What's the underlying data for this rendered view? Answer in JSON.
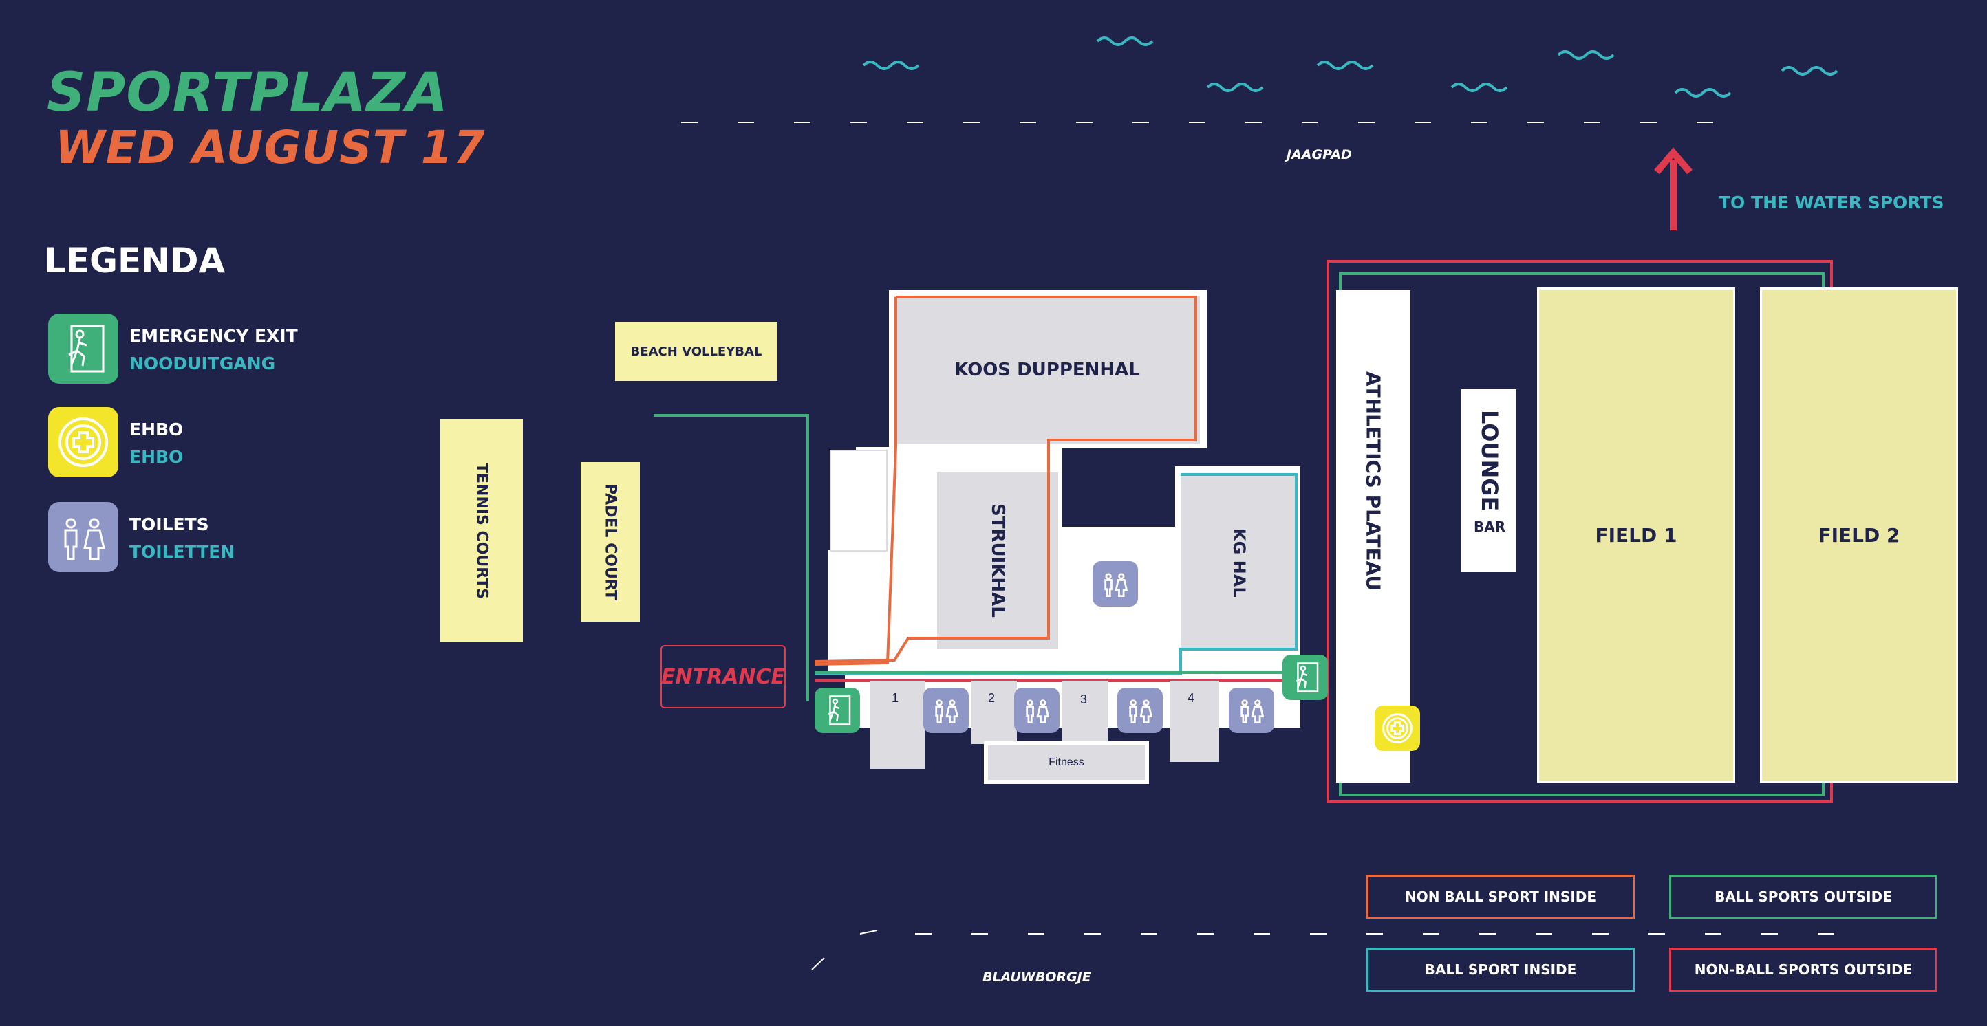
{
  "header": {
    "title": "SPORTPLAZA",
    "date": "WED AUGUST 17"
  },
  "legend": {
    "title": "LEGENDA",
    "items": [
      {
        "icon": "emergency-exit-icon",
        "label": "EMERGENCY EXIT",
        "sublabel": "NOODUITGANG",
        "color": "#3fb07a"
      },
      {
        "icon": "first-aid-icon",
        "label": "EHBO",
        "sublabel": "EHBO",
        "color": "#f2e52a"
      },
      {
        "icon": "toilets-icon",
        "label": "TOILETS",
        "sublabel": "TOILETTEN",
        "color": "#8f97c6"
      }
    ]
  },
  "map": {
    "beach_volleybal": "BEACH VOLLEYBAL",
    "tennis_courts": "TENNIS COURTS",
    "padel_court": "PADEL COURT",
    "entrance": "ENTRANCE",
    "koos_duppenhal": "KOOS DUPPENHAL",
    "struikhal": "STRUIKHAL",
    "kg_hal": "KG HAL",
    "athletics_plateau": "ATHLETICS PLATEAU",
    "lounge": "LOUNGE",
    "bar": "BAR",
    "field1": "FIELD 1",
    "field2": "FIELD 2",
    "rooms": [
      "1",
      "2",
      "3",
      "4"
    ],
    "fitness": "Fitness",
    "jaagpad": "JAAGPAD",
    "blauwborgje": "BLAUWBORGJE",
    "water_sports": "TO THE WATER SPORTS"
  },
  "route_legend": [
    {
      "label": "NON BALL SPORT INSIDE",
      "color": "#ea6a40"
    },
    {
      "label": "BALL SPORTS OUTSIDE",
      "color": "#3fb07a"
    },
    {
      "label": "BALL SPORT INSIDE",
      "color": "#3ab8c2"
    },
    {
      "label": "NON-BALL SPORTS OUTSIDE",
      "color": "#e03a4e"
    }
  ],
  "colors": {
    "background": "#202349",
    "water": "#3ab8c2",
    "arrow": "#e03a4e"
  }
}
